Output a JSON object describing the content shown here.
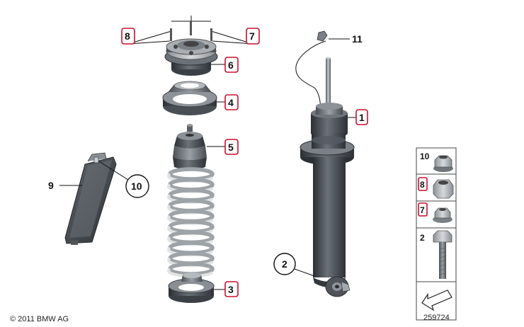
{
  "callouts": {
    "shock_absorber": "1",
    "pointer_2": "2",
    "pointer_3": "3",
    "pointer_4": "4",
    "pointer_5": "5",
    "pointer_6": "6",
    "pointer_7": "7",
    "pointer_8": "8",
    "pointer_9": "9",
    "pointer_10": "10",
    "pointer_11": "11"
  },
  "hardware_panel": {
    "nut_10": "10",
    "nut_8": "8",
    "nut_7": "7",
    "bolt_2": "2"
  },
  "footer": {
    "copyright": "© 2011 BMW AG",
    "diagram_number": "259724"
  },
  "colors": {
    "highlight_border": "#c8102e",
    "part_dark": "#3a3f45",
    "part_mid": "#6b7178",
    "part_light": "#b9bec3",
    "spring": "#e3e4e2"
  }
}
